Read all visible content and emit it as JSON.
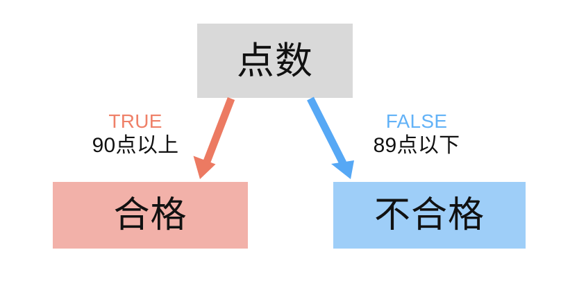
{
  "diagram": {
    "title_node": {
      "label": "点数",
      "fill": "#d9d9d9"
    },
    "branches": [
      {
        "condition": "TRUE",
        "condition_color": "#ef8068",
        "detail": "90点以上",
        "arrow_color": "#ec7a62",
        "result": "合格",
        "result_fill": "#f2b1a9"
      },
      {
        "condition": "FALSE",
        "condition_color": "#62b2f7",
        "detail": "89点以下",
        "arrow_color": "#56a8f5",
        "result": "不合格",
        "result_fill": "#9ecef8"
      }
    ]
  }
}
